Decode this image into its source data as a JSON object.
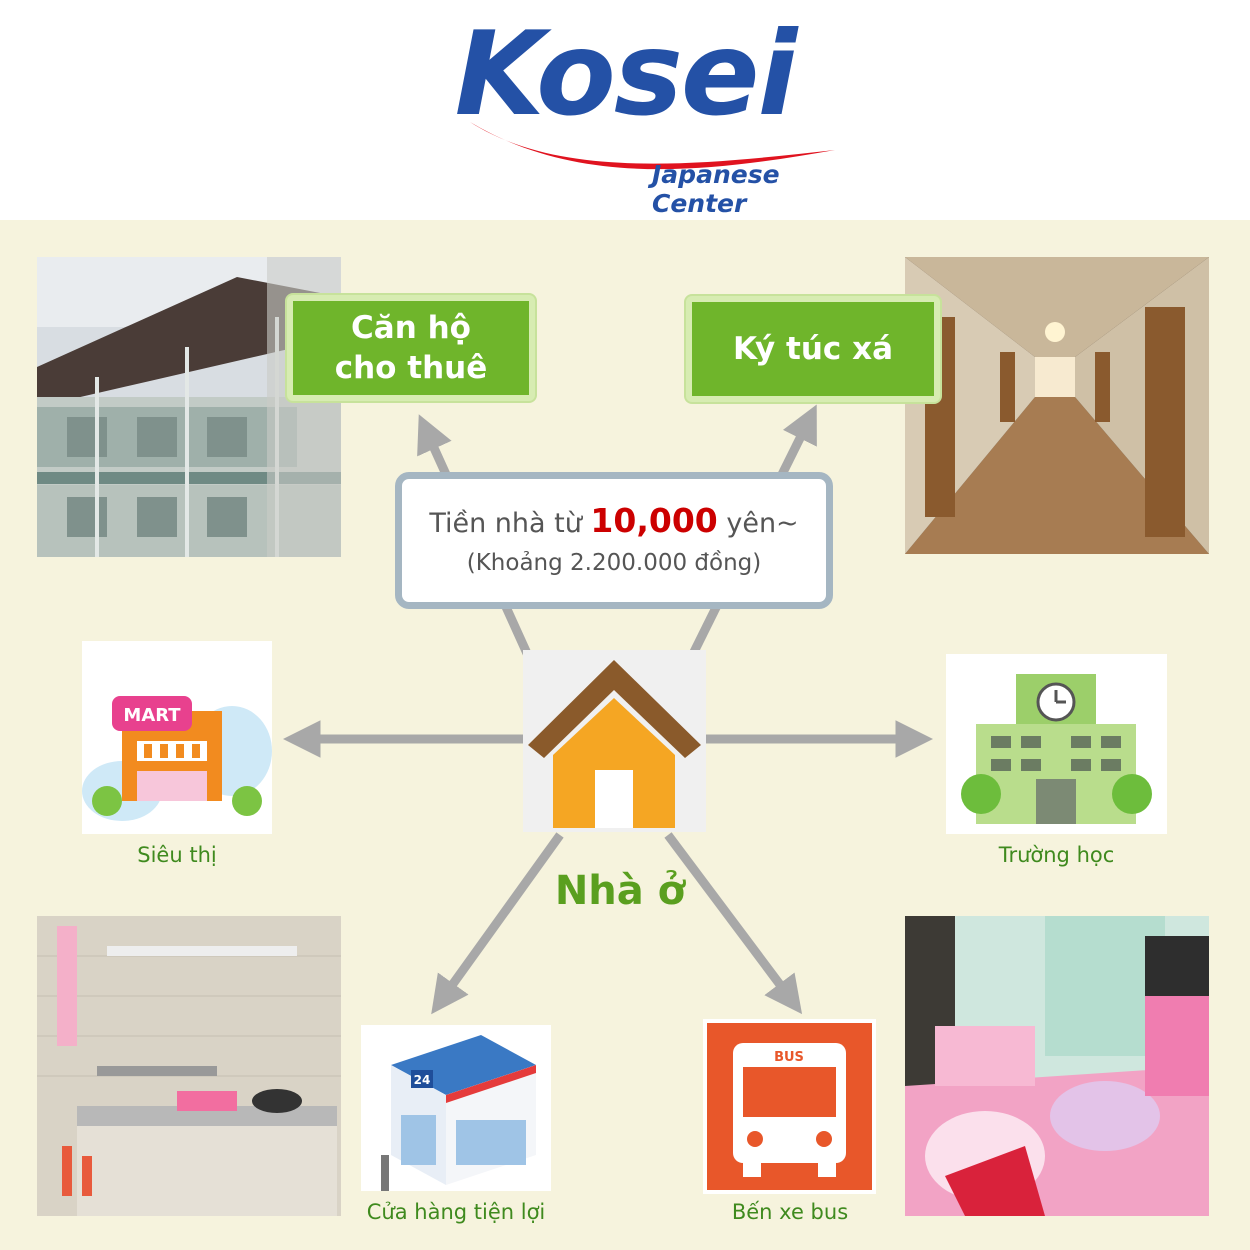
{
  "logo": {
    "wordmark": "Kosei",
    "tagline": "Japanese Center"
  },
  "labels": {
    "apartment": "Căn hộ\ncho thuê",
    "dormitory": "Ký túc xá"
  },
  "price": {
    "prefix": "Tiền nhà từ ",
    "amount": "10,000",
    "suffix": " yên~",
    "note": "(Khoảng 2.200.000 đồng)"
  },
  "center": {
    "caption": "Nhà ở"
  },
  "icons": {
    "supermarket_caption": "Siêu thị",
    "supermarket_sign": "MART",
    "school_caption": "Trường học",
    "convenience_caption": "Cửa hàng tiện lợi",
    "convenience_sign": "24",
    "bus_caption": "Bến xe bus",
    "bus_sign": "BUS"
  },
  "colors": {
    "brand_blue": "#2451a6",
    "brand_red": "#e0131f",
    "label_green": "#6fb52b",
    "price_red": "#cc0000",
    "panel_bg": "#f6f3dd",
    "arrow_gray": "#a8a8a8",
    "bus_orange": "#e8572a",
    "house_orange": "#f5a623",
    "roof_brown": "#8a5a2b"
  }
}
